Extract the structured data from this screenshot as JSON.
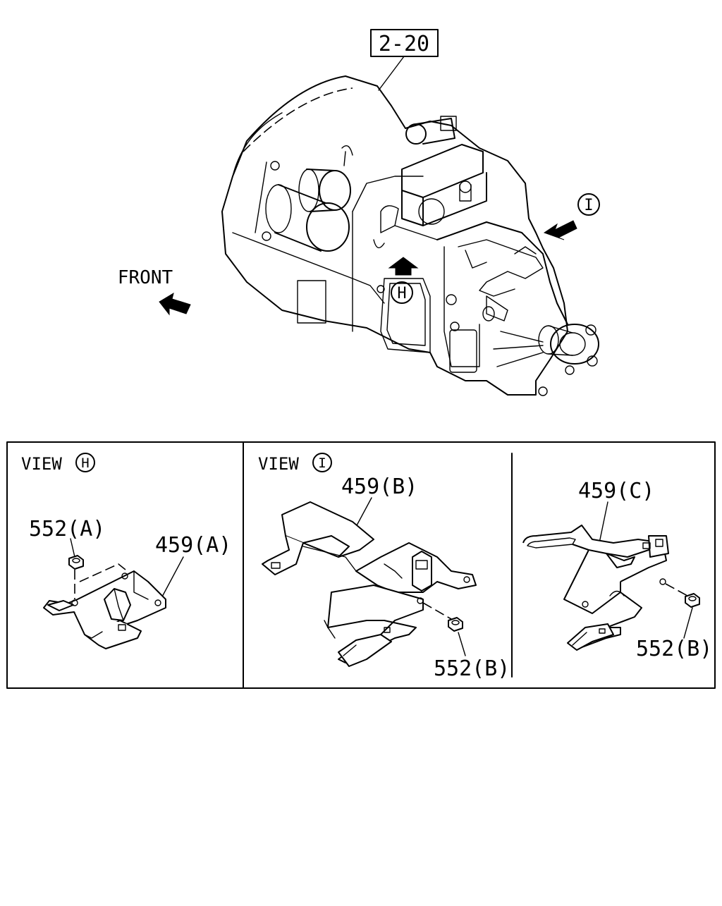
{
  "ref_box": "2-20",
  "front_label": "FRONT",
  "markers": {
    "h": "H",
    "i": "I"
  },
  "view_h": {
    "prefix": "VIEW",
    "marker": "H",
    "nut_label": "552(A)",
    "bracket_label": "459(A)"
  },
  "view_i": {
    "prefix": "VIEW",
    "marker": "I",
    "bracket_b_label": "459(B)",
    "nut_b_label": "552(B)",
    "bracket_c_label": "459(C)",
    "nut_c_label": "552(B)"
  }
}
